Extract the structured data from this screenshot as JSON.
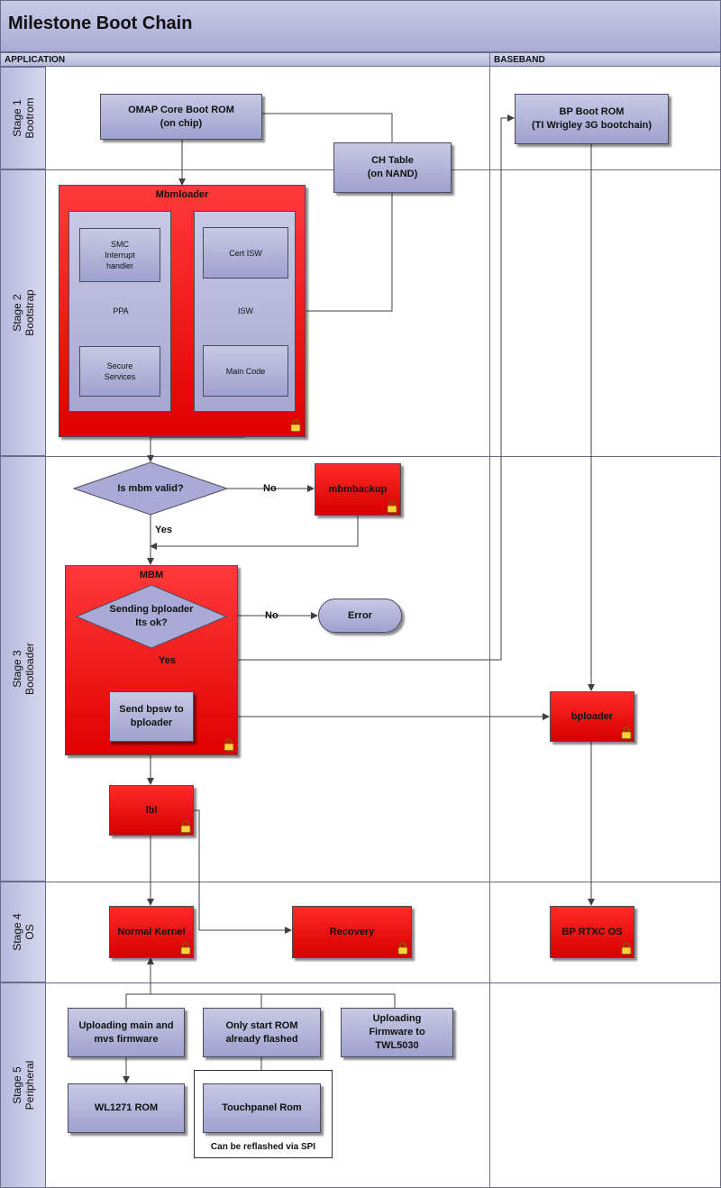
{
  "title": "Milestone Boot Chain",
  "pools": {
    "application": "APPLICATION",
    "baseband": "BASEBAND"
  },
  "lanes": [
    {
      "line1": "Stage 1",
      "line2": "Bootrom"
    },
    {
      "line1": "Stage 2",
      "line2": "Bootstrap"
    },
    {
      "line1": "Stage 3",
      "line2": "Bootloader"
    },
    {
      "line1": "Stage 4",
      "line2": "OS"
    },
    {
      "line1": "Stage 5",
      "line2": "Peripheral"
    }
  ],
  "nodes": {
    "omap_l1": "OMAP Core Boot ROM",
    "omap_l2": "(on chip)",
    "ch_l1": "CH Table",
    "ch_l2": "(on NAND)",
    "bp_rom_l1": "BP Boot ROM",
    "bp_rom_l2": "(TI Wrigley 3G bootchain)",
    "mbmloader": "Mbmloader",
    "smc_l1": "SMC",
    "smc_l2": "Interrupt",
    "smc_l3": "handler",
    "ppa": "PPA",
    "secure_l1": "Secure",
    "secure_l2": "Services",
    "cert_isw": "Cert ISW",
    "isw": "ISW",
    "main_code": "Main Code",
    "mbm_valid": "Is mbm valid?",
    "mbmbackup": "mbmbackup",
    "mbm": "MBM",
    "sending_l1": "Sending bploader",
    "sending_l2": "Its ok?",
    "error": "Error",
    "send_bpsw_l1": "Send bpsw to",
    "send_bpsw_l2": "bploader",
    "bploader": "bploader",
    "lbl": "lbl",
    "normal_kernel": "Normal Kernel",
    "recovery": "Recovery",
    "bp_rtxc": "BP RTXC OS",
    "upload_main_l1": "Uploading main and",
    "upload_main_l2": "mvs firmware",
    "only_start_l1": "Only start ROM",
    "only_start_l2": "already flashed",
    "upload_fw_l1": "Uploading",
    "upload_fw_l2": "Firmware to",
    "upload_fw_l3": "TWL5030",
    "wl1271": "WL1271 ROM",
    "touchpanel": "Touchpanel Rom",
    "reflash_note": "Can be reflashed via SPI"
  },
  "edge_labels": {
    "no1": "No",
    "yes1": "Yes",
    "no2": "No",
    "yes2": "Yes"
  },
  "colors": {
    "grey_box": "#a9abd6",
    "red_box": "#e60000",
    "lane_border": "#6b6b8a"
  },
  "icons": [
    "lock-icon"
  ]
}
